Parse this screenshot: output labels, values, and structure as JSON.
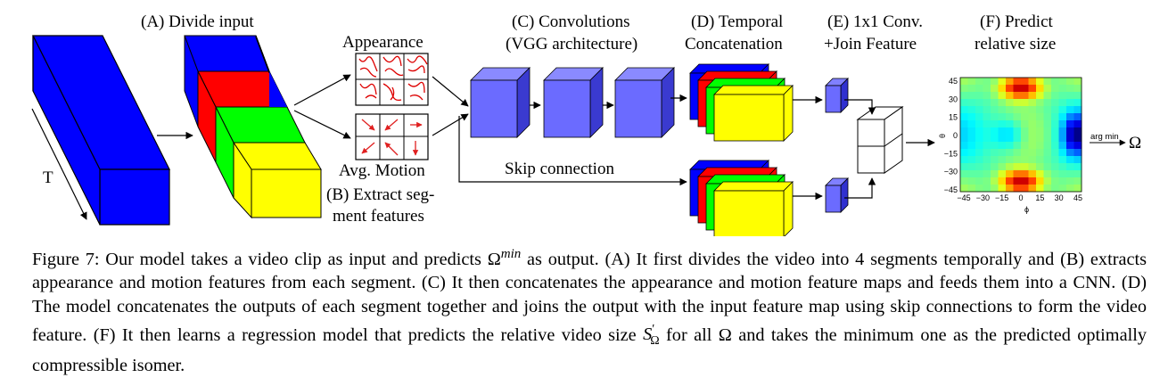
{
  "labels": {
    "input_t": "T",
    "divide_input": "(A) Divide input",
    "appearance": "Appearance",
    "avg_motion": "Avg. Motion",
    "extract_line1": "(B) Extract seg-",
    "extract_line2": "ment features",
    "conv_line1": "(C) Convolutions",
    "conv_line2": "(VGG architecture)",
    "temporal_line1": "(D) Temporal",
    "temporal_line2": "Concatenation",
    "join_line1": "(E) 1x1 Conv.",
    "join_line2": "+Join Feature",
    "predict_line1": "(F) Predict",
    "predict_line2": "relative size",
    "skip": "Skip connection",
    "argmin": "arg min",
    "omega": "Ω"
  },
  "heatmap": {
    "ylabel": "θ",
    "xlabel": "ϕ",
    "y_ticks": [
      "45",
      "30",
      "15",
      "0",
      "−15",
      "−30",
      "−45"
    ],
    "x_ticks": [
      "−45",
      "−30",
      "−15",
      "0",
      "15",
      "30",
      "45"
    ]
  },
  "colors": {
    "segment_blue": "#0000ff",
    "segment_red": "#ff0000",
    "segment_green": "#00ff00",
    "segment_yellow": "#ffff00",
    "conv_cube": "#6b6bff",
    "flow_red": "#e02020"
  },
  "caption": {
    "part1": "Figure 7: Our model takes a video clip as input and predicts ",
    "omega_min": "Ω",
    "min_sup": "min",
    "part2": " as output. (A) It first divides the video into 4 segments temporally and (B) extracts appearance and motion features from each segment. (C) It then concatenates the appearance and motion feature maps and feeds them into a CNN. (D) The model concatenates the outputs of each segment together and joins the output with the input feature map using skip connections to form the video feature. (F) It then learns a regression model that predicts the relative video size ",
    "s_symbol": "S",
    "s_prime": "′",
    "s_sub": "Ω",
    "part3": " for all Ω and takes the minimum one as the predicted optimally compressible isomer."
  }
}
